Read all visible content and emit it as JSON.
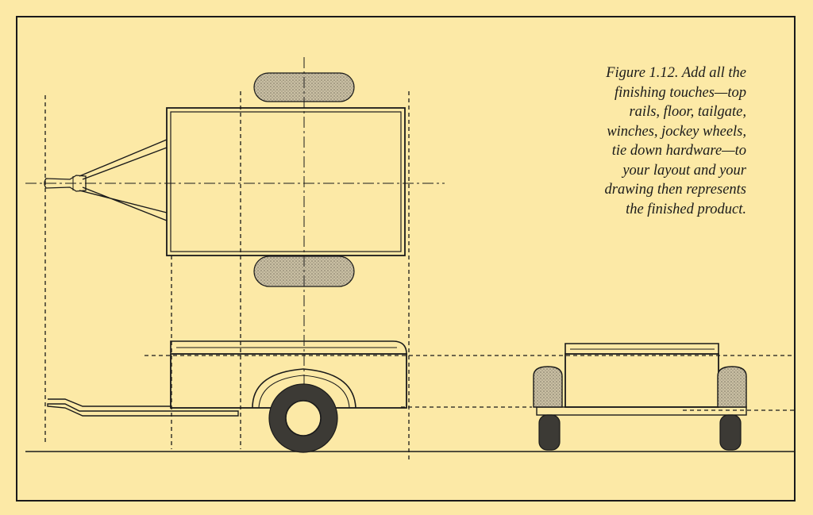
{
  "figure": {
    "caption_lines": [
      "Figure 1.12.  Add all the",
      "finishing touches—top",
      "rails,  floor,  tailgate,",
      "winches,  jockey wheels,",
      "tie down hardware—to",
      "your layout and your",
      "drawing then represents",
      "the finished product."
    ]
  },
  "colors": {
    "paper": "#fce9a6",
    "ink": "#1a1a1a",
    "tyre_tread": "#b8ad8f",
    "tyre_dark": "#3c3a35"
  }
}
